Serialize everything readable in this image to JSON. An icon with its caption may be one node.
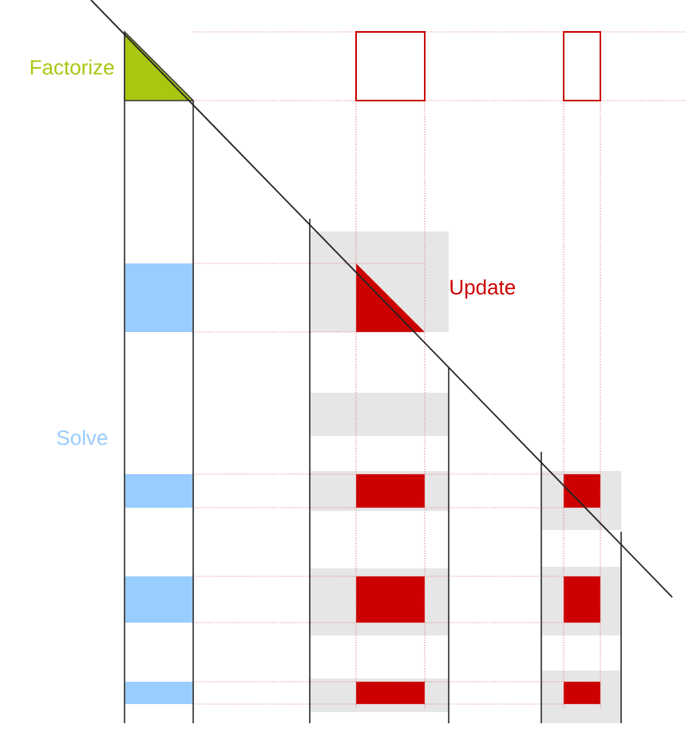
{
  "diagram": {
    "labels": [
      "Factorize",
      "Update",
      "Solve"
    ]
  }
}
